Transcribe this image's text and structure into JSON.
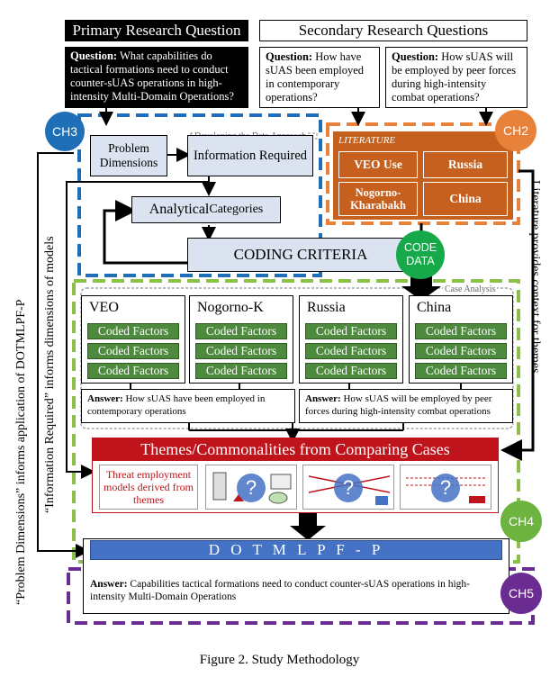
{
  "primary": {
    "header": "Primary Research Question",
    "question_label": "Question:",
    "question_text": " What capabilities do tactical formations need to conduct counter-sUAS operations in high-intensity Multi-Domain Operations?"
  },
  "secondary": {
    "header": "Secondary Research Questions",
    "q1_label": "Question:",
    "q1_text": " How have sUAS been employed in contemporary operations?",
    "q2_label": "Question:",
    "q2_text": " How sUAS will be employed by peer forces during high-intensity combat operations?"
  },
  "chapters": {
    "ch2": "CH2",
    "ch3": "CH3",
    "ch4": "CH4",
    "ch5": "CH5"
  },
  "data_approach": {
    "label": "Developing the Data Approach",
    "problem_dimensions": "Problem Dimensions",
    "information_required": "Information Required",
    "analytical_categories_1": "Analytical",
    "analytical_categories_2": " Categories",
    "coding_criteria": "CODING CRITERIA",
    "code_data": "CODE DATA"
  },
  "literature": {
    "label": "LITERATURE",
    "items": [
      "VEO Use",
      "Russia",
      "Nogorno-Kharabakh",
      "China"
    ]
  },
  "case_analysis": {
    "label": "Case Analysis",
    "cases": [
      "VEO",
      "Nogorno-K",
      "Russia",
      "China"
    ],
    "coded_factor": "Coded Factors",
    "answer1_label": "Answer:",
    "answer1_text": " How sUAS have been employed in contemporary operations",
    "answer2_label": "Answer:",
    "answer2_text": " How sUAS will be employed by peer forces during high-intensity combat operations"
  },
  "themes": {
    "title": "Themes/Commonalities from Comparing Cases",
    "threat_text": "Threat employment models derived from themes"
  },
  "dotmlpf": {
    "title": "D O T M L P F - P",
    "answer_label": "Answer:",
    "answer_text": " Capabilities tactical formations need to conduct counter-sUAS operations in high-intensity Multi-Domain Operations"
  },
  "side_labels": {
    "left_outer": "“Problem Dimensions” informs  application of DOTMLPF-P",
    "left_inner": "“Information Required” informs dimensions of models",
    "right": "Literature provides context for themes"
  },
  "caption": "Figure 2. Study Methodology",
  "colors": {
    "blue_dash": "#1f6fb8",
    "orange_dash": "#e8823a",
    "green_dash": "#8cc04b",
    "purple_dash": "#6a2c91",
    "ch3": "#1f6fb8",
    "ch2": "#e8823a",
    "ch4": "#6db33f",
    "ch5": "#6a2c91",
    "code_data": "#16a94a",
    "themes_red": "#c0141c",
    "dotmlpf_blue": "#4472c4"
  }
}
